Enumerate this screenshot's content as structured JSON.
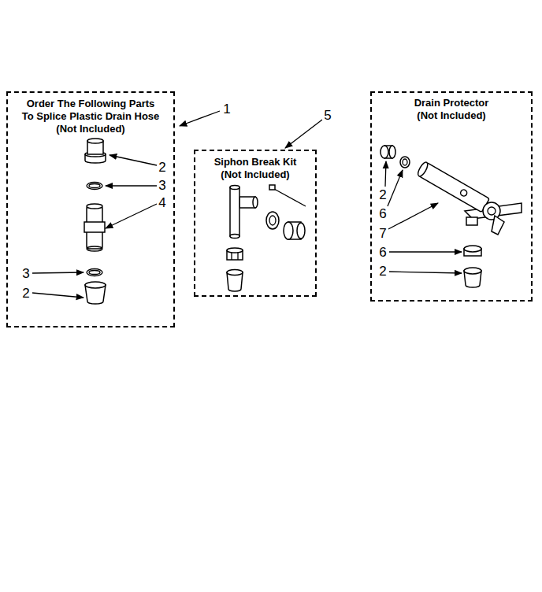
{
  "diagram": {
    "nodes": [
      {
        "text": [
          "Order The Following Parts To Splice Plastic Drain Hose",
          "(Not Included)"
        ]
      },
      {
        "text": [
          "Siphon Break Kit",
          "(Not Included)"
        ]
      },
      {
        "text": [
          "Drain Protector",
          "(Not Included)"
        ]
      }
    ],
    "edges": [],
    "labels": [
      "1",
      "2",
      "3",
      "4",
      "3",
      "2",
      "5",
      "2",
      "6",
      "7",
      "6",
      "2"
    ]
  }
}
